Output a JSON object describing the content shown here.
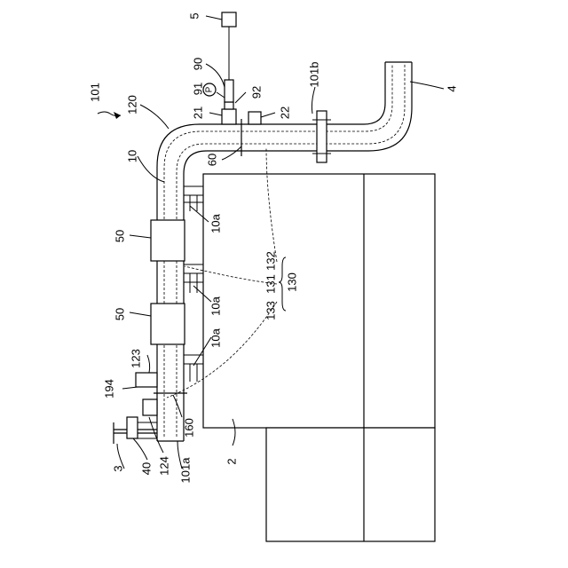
{
  "labels": {
    "l5": "5",
    "l90": "90",
    "l91": "91",
    "lP": "P",
    "l92": "92",
    "l21": "21",
    "l22": "22",
    "l101": "101",
    "l120": "120",
    "l101b": "101b",
    "l4": "4",
    "l10": "10",
    "l60": "60",
    "l10a_1": "10a",
    "l10a_2": "10a",
    "l10a_3": "10a",
    "l50_1": "50",
    "l50_2": "50",
    "l132": "132",
    "l131": "131",
    "l133": "133",
    "l130": "130",
    "l123": "123",
    "l194": "194",
    "l160": "160",
    "l3": "3",
    "l40": "40",
    "l124": "124",
    "l101a": "101a",
    "l2": "2"
  }
}
